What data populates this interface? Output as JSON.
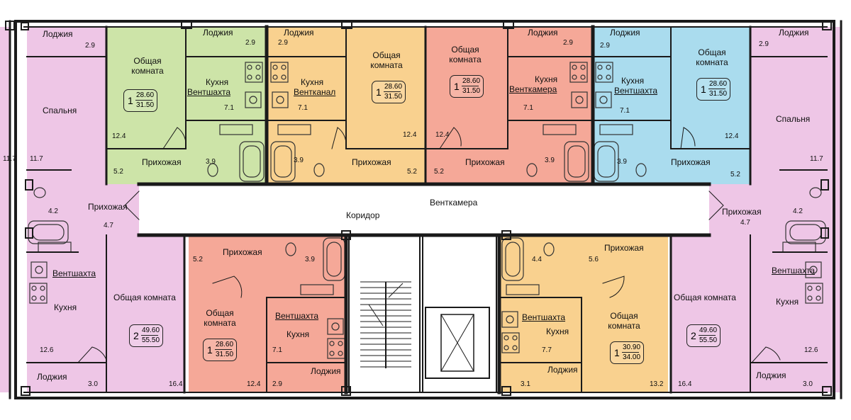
{
  "colors": {
    "pink": "#eec6e6",
    "green": "#cde4a8",
    "orange": "#f9d18f",
    "salmon": "#f5a898",
    "blue": "#aadcee",
    "corridor": "#ffffff",
    "wall": "#1a1a1a",
    "fixture": "#333333"
  },
  "rooms": {
    "loggia": "Лоджия",
    "common_room": "Общая комната",
    "common_room_l1": "Общая",
    "common_room_l2": "комната",
    "kitchen": "Кухня",
    "hallway": "Прихожая",
    "bedroom": "Спальня",
    "vent_shaft": "Вентшахта",
    "vent_channel": "Вентканал",
    "vent_chamber": "Венткамера",
    "corridor": "Коридор"
  },
  "areas": {
    "a2_9": "2.9",
    "a3_0": "3.0",
    "a3_1": "3.1",
    "a3_9": "3.9",
    "a4_2": "4.2",
    "a4_4": "4.4",
    "a4_7": "4.7",
    "a5_2": "5.2",
    "a5_6": "5.6",
    "a7_1": "7.1",
    "a7_7": "7.7",
    "a11_7": "11.7",
    "a12_4": "12.4",
    "a12_6": "12.6",
    "a13_2": "13.2",
    "a16_4": "16.4"
  },
  "badges": {
    "one_small": {
      "rooms": "1",
      "living": "28.60",
      "total": "31.50"
    },
    "two_room": {
      "rooms": "2",
      "living": "49.60",
      "total": "55.50"
    },
    "one_large": {
      "rooms": "1",
      "living": "30.90",
      "total": "34.00"
    }
  }
}
